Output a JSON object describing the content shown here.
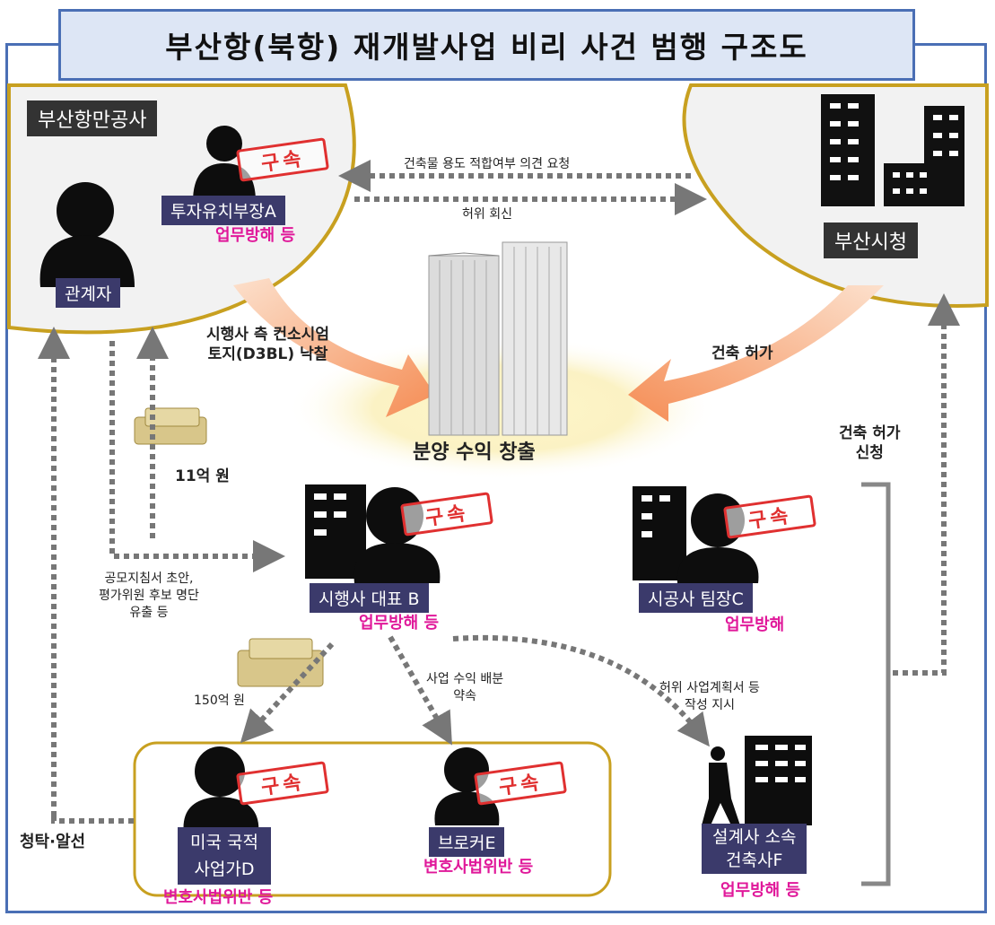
{
  "title": "부산항(북항) 재개발사업 비리 사건 범행 구조도",
  "org": {
    "port_authority": "부산항만공사",
    "city_hall": "부산시청"
  },
  "people": {
    "a": {
      "label": "투자유치부장A",
      "crime": "업무방해 등",
      "arrest": "구속"
    },
    "related": {
      "label": "관계자"
    },
    "b": {
      "label": "시행사 대표 B",
      "crime": "업무방해 등",
      "arrest": "구속"
    },
    "c": {
      "label": "시공사 팀장C",
      "crime": "업무방해",
      "arrest": "구속"
    },
    "d": {
      "label_line1": "미국 국적",
      "label_line2": "사업가D",
      "crime": "변호사법위반 등",
      "arrest": "구속"
    },
    "e": {
      "label": "브로커E",
      "crime": "변호사법위반 등",
      "arrest": "구속"
    },
    "f": {
      "label_line1": "설계사 소속",
      "label_line2": "건축사F",
      "crime": "업무방해 등"
    }
  },
  "flows": {
    "opinion_request": "건축물 용도 적합여부 의견 요청",
    "false_reply": "허위 회신",
    "land_bid_line1": "시행사 측 컨소시엄",
    "land_bid_line2": "토지(D3BL) 낙찰",
    "building_permit": "건축 허가",
    "profit": "분양 수익 창출",
    "permit_apply_line1": "건축 허가",
    "permit_apply_line2": "신청",
    "money_11": "11억 원",
    "leak_line1": "공모지침서 초안,",
    "leak_line2": "평가위원 후보 명단",
    "leak_line3": "유출 등",
    "money_150": "150억 원",
    "profit_share_line1": "사업 수익 배분",
    "profit_share_line2": "약속",
    "false_plan_line1": "허위 사업계획서 등",
    "false_plan_line2": "작성 지시",
    "solicitation": "청탁·알선"
  },
  "colors": {
    "frame": "#4a6fb5",
    "title_bg": "#dde6f5",
    "crime": "#e0189a",
    "arrest": "#e03030",
    "label_bg": "#3b3a6b",
    "gold": "#c8a020",
    "orange": "#f7a77a"
  }
}
